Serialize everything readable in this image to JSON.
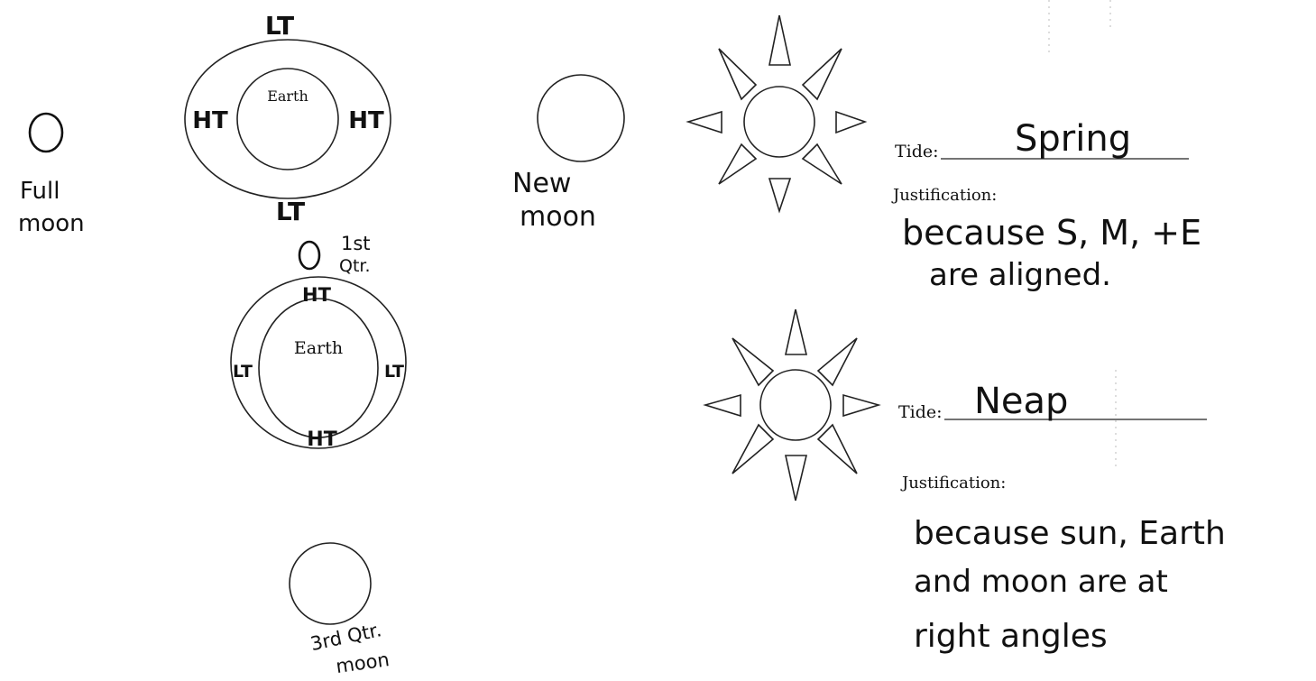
{
  "top_diagram": {
    "earth_label": "Earth",
    "tide_top": "LT",
    "tide_bottom": "LT",
    "tide_left": "HT",
    "tide_right": "HT"
  },
  "bottom_diagram": {
    "earth_label": "Earth",
    "tide_top": "HT",
    "tide_bottom": "HT",
    "tide_left": "LT",
    "tide_right": "LT"
  },
  "moons": {
    "full": [
      "Full",
      "moon"
    ],
    "new": [
      "New",
      "moon"
    ],
    "first_quarter": [
      "1st",
      "Qtr."
    ],
    "third_quarter": [
      "3rd Qtr.",
      "moon"
    ]
  },
  "answers": [
    {
      "tide_prompt": "Tide:",
      "tide_answer": "Spring",
      "justification_label": "Justification:",
      "justification_lines": [
        "because S, M, +E",
        "are aligned."
      ]
    },
    {
      "tide_prompt": "Tide:",
      "tide_answer": "Neap",
      "justification_label": "Justification:",
      "justification_lines": [
        "because sun, Earth",
        "and moon are at",
        "right angles"
      ]
    }
  ]
}
